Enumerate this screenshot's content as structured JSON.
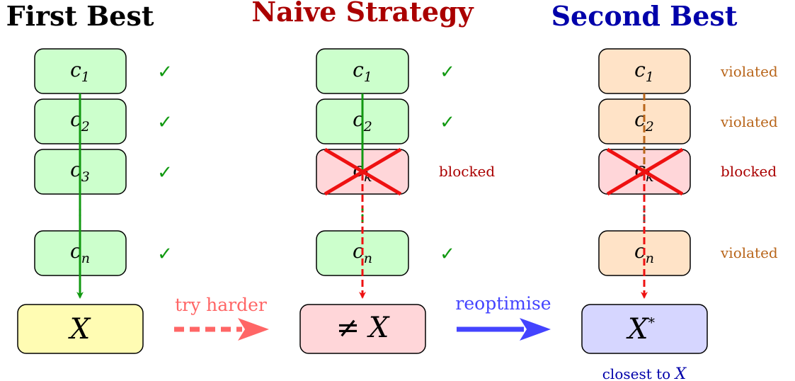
{
  "colors": {
    "green_fill": "#ccffcc",
    "red_fill": "#ffd6d9",
    "orange_fill": "#ffe3c7",
    "yellow_fill": "#fffcb3",
    "blue_fill": "#d6d6ff",
    "green_line": "#119911",
    "red_line": "#ee1111",
    "orange_line": "#b8651a",
    "naive_title": "#aa0000",
    "second_title": "#0000aa",
    "try_harder": "#ff6666",
    "reoptimise": "#4444ff"
  },
  "columns": {
    "first": {
      "title": "First Best",
      "constraints": [
        {
          "c": "c",
          "sub": "1",
          "status": "✓"
        },
        {
          "c": "c",
          "sub": "2",
          "status": "✓"
        },
        {
          "c": "c",
          "sub": "3",
          "status": "✓"
        },
        {
          "c": "c",
          "sub": "n",
          "status": "✓"
        }
      ],
      "outcome": "X"
    },
    "naive": {
      "title": "Naive Strategy",
      "constraints": [
        {
          "c": "c",
          "sub": "1",
          "status": "✓"
        },
        {
          "c": "c",
          "sub": "2",
          "status": "✓"
        },
        {
          "c": "c",
          "sub": "k",
          "status": "blocked"
        },
        {
          "c": "c",
          "sub": "n",
          "status": "✓"
        }
      ],
      "outcome": "≠ X"
    },
    "second": {
      "title": "Second Best",
      "constraints": [
        {
          "c": "c",
          "sub": "1",
          "status": "violated"
        },
        {
          "c": "c",
          "sub": "2",
          "status": "violated"
        },
        {
          "c": "c",
          "sub": "k",
          "status": "blocked"
        },
        {
          "c": "c",
          "sub": "n",
          "status": "violated"
        }
      ],
      "outcome_base": "X",
      "outcome_sup": "*",
      "note_prefix": "closest to ",
      "note_var": "X"
    }
  },
  "arrows": {
    "try_harder": "try harder",
    "reoptimise": "reoptimise"
  }
}
